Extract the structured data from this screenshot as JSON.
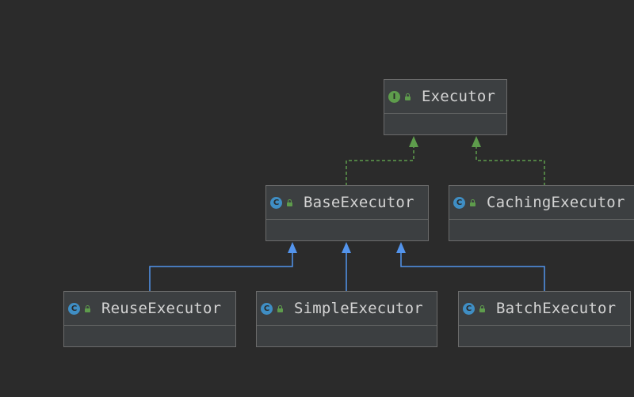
{
  "diagram": {
    "nodes": [
      {
        "id": "executor",
        "name": "Executor",
        "kind": "interface",
        "kind_letter": "I"
      },
      {
        "id": "base-executor",
        "name": "BaseExecutor",
        "kind": "class",
        "kind_letter": "C"
      },
      {
        "id": "caching-executor",
        "name": "CachingExecutor",
        "kind": "class",
        "kind_letter": "C"
      },
      {
        "id": "reuse-executor",
        "name": "ReuseExecutor",
        "kind": "class",
        "kind_letter": "C"
      },
      {
        "id": "simple-executor",
        "name": "SimpleExecutor",
        "kind": "class",
        "kind_letter": "C"
      },
      {
        "id": "batch-executor",
        "name": "BatchExecutor",
        "kind": "class",
        "kind_letter": "C"
      }
    ],
    "edges": [
      {
        "from": "base-executor",
        "to": "executor",
        "type": "implements"
      },
      {
        "from": "caching-executor",
        "to": "executor",
        "type": "implements"
      },
      {
        "from": "reuse-executor",
        "to": "base-executor",
        "type": "extends"
      },
      {
        "from": "simple-executor",
        "to": "base-executor",
        "type": "extends"
      },
      {
        "from": "batch-executor",
        "to": "base-executor",
        "type": "extends"
      }
    ],
    "colors": {
      "background": "#2b2b2b",
      "node_fill": "#3c3f41",
      "node_border": "#6b6b6b",
      "text": "#d3d3d3",
      "implements_edge": "#5e9c4c",
      "extends_edge": "#5394ec",
      "interface_badge": "#5e9c4c",
      "class_badge": "#3f8ec4"
    }
  }
}
